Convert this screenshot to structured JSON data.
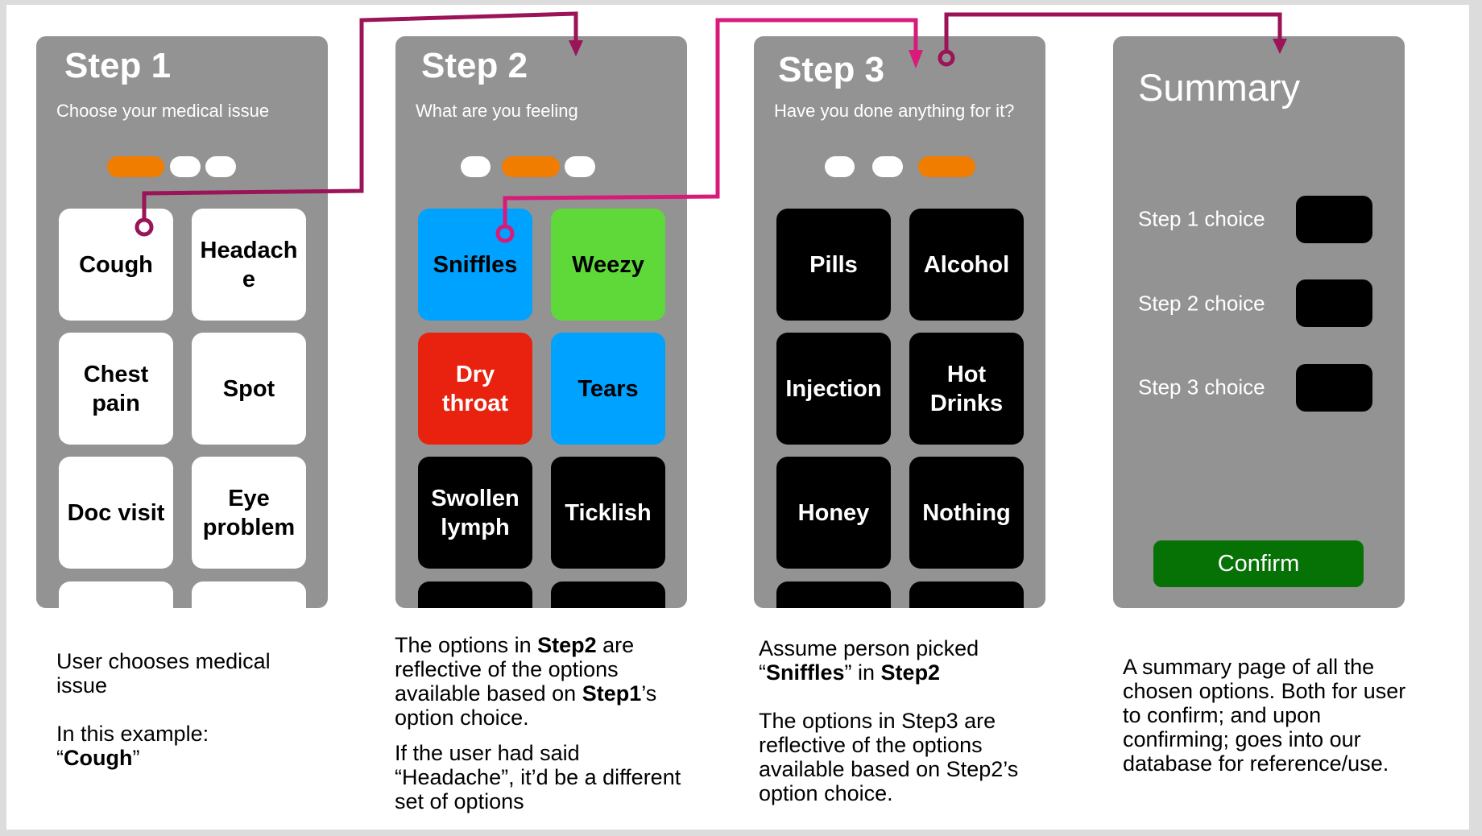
{
  "colors": {
    "panel": "#939393",
    "accent_orange": "#f07c00",
    "confirm_green": "#067206",
    "link_dark": "#9b1458",
    "link_pink": "#d81b7a"
  },
  "panels": [
    {
      "title": "Step 1",
      "subtitle": "Choose your medical issue",
      "active_step": 0,
      "options": [
        {
          "label": "Cough",
          "bg": "#ffffff",
          "fg": "#000000"
        },
        {
          "label": "Headache",
          "bg": "#ffffff",
          "fg": "#000000"
        },
        {
          "label": "Chest pain",
          "bg": "#ffffff",
          "fg": "#000000"
        },
        {
          "label": "Spot",
          "bg": "#ffffff",
          "fg": "#000000"
        },
        {
          "label": "Doc visit",
          "bg": "#ffffff",
          "fg": "#000000"
        },
        {
          "label": "Eye problem",
          "bg": "#ffffff",
          "fg": "#000000"
        },
        {
          "label": "",
          "bg": "#ffffff",
          "fg": "#000000"
        },
        {
          "label": "",
          "bg": "#ffffff",
          "fg": "#000000"
        }
      ]
    },
    {
      "title": "Step 2",
      "subtitle": "What are you feeling",
      "active_step": 1,
      "options": [
        {
          "label": "Sniffles",
          "bg": "#00a2ff",
          "fg": "#000000"
        },
        {
          "label": "Weezy",
          "bg": "#5fd93a",
          "fg": "#000000"
        },
        {
          "label": "Dry throat",
          "bg": "#e8220f",
          "fg": "#ffffff"
        },
        {
          "label": "Tears",
          "bg": "#00a2ff",
          "fg": "#000000"
        },
        {
          "label": "Swollen lymph",
          "bg": "#000000",
          "fg": "#ffffff"
        },
        {
          "label": "Ticklish",
          "bg": "#000000",
          "fg": "#ffffff"
        },
        {
          "label": "",
          "bg": "#000000",
          "fg": "#ffffff"
        },
        {
          "label": "",
          "bg": "#000000",
          "fg": "#ffffff"
        }
      ]
    },
    {
      "title": "Step 3",
      "subtitle": "Have you done anything for it?",
      "active_step": 2,
      "options": [
        {
          "label": "Pills",
          "bg": "#000000",
          "fg": "#ffffff"
        },
        {
          "label": "Alcohol",
          "bg": "#000000",
          "fg": "#ffffff"
        },
        {
          "label": "Injection",
          "bg": "#000000",
          "fg": "#ffffff"
        },
        {
          "label": "Hot Drinks",
          "bg": "#000000",
          "fg": "#ffffff"
        },
        {
          "label": "Honey",
          "bg": "#000000",
          "fg": "#ffffff"
        },
        {
          "label": "Nothing",
          "bg": "#000000",
          "fg": "#ffffff"
        },
        {
          "label": "",
          "bg": "#000000",
          "fg": "#ffffff"
        },
        {
          "label": "",
          "bg": "#000000",
          "fg": "#ffffff"
        }
      ]
    }
  ],
  "summary": {
    "title": "Summary",
    "rows": [
      {
        "label": "Step 1 choice"
      },
      {
        "label": "Step 2 choice"
      },
      {
        "label": "Step 3 choice"
      }
    ],
    "confirm_label": "Confirm"
  },
  "captions": [
    {
      "paragraphs": [
        [
          {
            "text": "User chooses medical issue",
            "bold": false
          }
        ],
        [
          {
            "text": "In this example:",
            "bold": false
          },
          {
            "br": true
          },
          {
            "text": "“",
            "bold": false
          },
          {
            "text": "Cough",
            "bold": true
          },
          {
            "text": "”",
            "bold": false
          }
        ]
      ]
    },
    {
      "paragraphs": [
        [
          {
            "text": "The options in ",
            "bold": false
          },
          {
            "text": "Step2",
            "bold": true
          },
          {
            "text": " are reflective of the options available based on ",
            "bold": false
          },
          {
            "text": "Step1",
            "bold": true
          },
          {
            "text": "’s option choice.",
            "bold": false
          }
        ],
        [
          {
            "text": "If the user had said “Headache”, it’d be a different set of options",
            "bold": false
          }
        ]
      ]
    },
    {
      "paragraphs": [
        [
          {
            "text": "Assume person picked",
            "bold": false
          },
          {
            "br": true
          },
          {
            "text": "“",
            "bold": false
          },
          {
            "text": "Sniffles",
            "bold": true
          },
          {
            "text": "” in ",
            "bold": false
          },
          {
            "text": "Step2",
            "bold": true
          }
        ],
        [
          {
            "text": "The options in Step3 are reflective of the options available based on Step2’s option choice.",
            "bold": false
          }
        ]
      ]
    },
    {
      "paragraphs": [
        [
          {
            "text": "A summary page of all the chosen options. Both for user to confirm; and upon confirming; goes into our database for reference/use.",
            "bold": false
          }
        ]
      ]
    }
  ]
}
